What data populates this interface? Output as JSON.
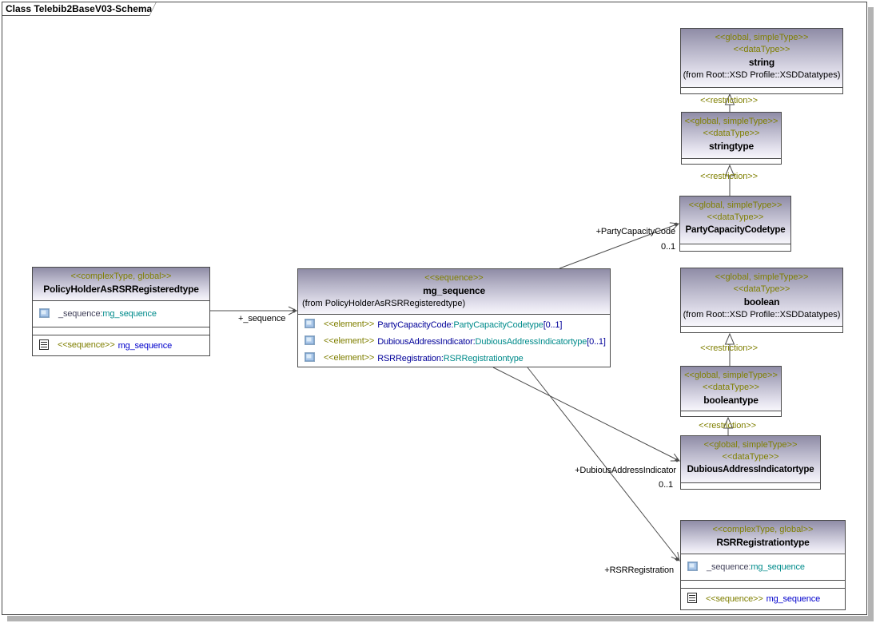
{
  "frame": {
    "title": "Class Telebib2BaseV03-Schema"
  },
  "colors": {
    "stereotype": "#7f7f00",
    "type_ref": "#008b8b",
    "element_name": "#000099",
    "operation_ref": "#0000cc",
    "header_gradient_top": "#8f8ca6",
    "header_gradient_bottom": "#f7f6fb",
    "box_border": "#4b4b4b",
    "connector": "#4d4d4d",
    "shadow": "#b3b3b3"
  },
  "classes": [
    {
      "stereotype": "<<complexType, global>>",
      "name": "PolicyHolderAsRSRRegisteredtype",
      "attributes": [
        {
          "name": "_sequence:",
          "type": "mg_sequence"
        }
      ],
      "operations": [
        {
          "stereotype": "<<sequence>>",
          "name": "mg_sequence"
        }
      ]
    },
    {
      "stereotype": "<<sequence>>",
      "name": "mg_sequence",
      "from": "(from PolicyHolderAsRSRRegisteredtype)",
      "elements": [
        {
          "stereotype": "<<element>>",
          "name": "PartyCapacityCode:",
          "type": "PartyCapacityCodetype",
          "multiplicity": "[0..1]"
        },
        {
          "stereotype": "<<element>>",
          "name": "DubiousAddressIndicator:",
          "type": "DubiousAddressIndicatortype",
          "multiplicity": "[0..1]"
        },
        {
          "stereotype": "<<element>>",
          "name": "RSRRegistration:",
          "type": "RSRRegistrationtype",
          "multiplicity": ""
        }
      ]
    },
    {
      "stereotype": "<<global, simpleType>>",
      "stereotype2": "<<dataType>>",
      "name": "string",
      "from": "(from Root::XSD Profile::XSDDatatypes)"
    },
    {
      "stereotype": "<<global, simpleType>>",
      "stereotype2": "<<dataType>>",
      "name": "stringtype"
    },
    {
      "stereotype": "<<global, simpleType>>",
      "stereotype2": "<<dataType>>",
      "name": "PartyCapacityCodetype"
    },
    {
      "stereotype": "<<global, simpleType>>",
      "stereotype2": "<<dataType>>",
      "name": "boolean",
      "from": "(from Root::XSD Profile::XSDDatatypes)"
    },
    {
      "stereotype": "<<global, simpleType>>",
      "stereotype2": "<<dataType>>",
      "name": "booleantype"
    },
    {
      "stereotype": "<<global, simpleType>>",
      "stereotype2": "<<dataType>>",
      "name": "DubiousAddressIndicatortype"
    },
    {
      "stereotype": "<<complexType, global>>",
      "name": "RSRRegistrationtype",
      "attributes": [
        {
          "name": "_sequence:",
          "type": "mg_sequence"
        }
      ],
      "operations": [
        {
          "stereotype": "<<sequence>>",
          "name": "mg_sequence"
        }
      ]
    }
  ],
  "connectors": {
    "restriction_label": "<<restriction>>",
    "associations": [
      {
        "label": "+_sequence",
        "multiplicity": ""
      },
      {
        "label": "+PartyCapacityCode",
        "multiplicity": "0..1"
      },
      {
        "label": "+DubiousAddressIndicator",
        "multiplicity": "0..1"
      },
      {
        "label": "+RSRRegistration",
        "multiplicity": ""
      }
    ]
  }
}
